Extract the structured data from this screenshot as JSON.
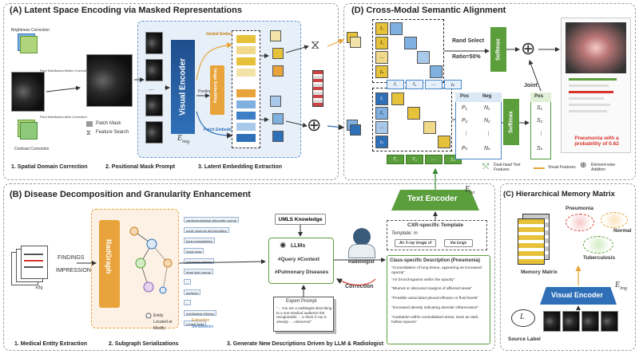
{
  "panel_a": {
    "title": "(A) Latent Space Encoding via Masked Representations",
    "brightness": "Brightness Correction",
    "pixel_dist_before": "Pixel Distribution Before Correction",
    "pixel_dist_after": "Pixel Distribution After Correction",
    "contrast": "Contrast Correction",
    "patch_mask": "Patch Mask",
    "feature_search": "Feature Search",
    "visual_encoder": "Visual Encoder",
    "e_img": "E",
    "e_img_sub": "img",
    "global_embedding": "Global Embedding",
    "pooling": "Pooling",
    "image_embedding": "Image Embedding",
    "patch_embedding": "Patch Embedding",
    "step1": "1. Spatial Domain Correction",
    "step2": "2. Positional Mask Prompt",
    "step3": "3. Latent Embedding Extraction",
    "dots": "..."
  },
  "panel_d": {
    "title": "(D) Cross-Modal Semantic Alignment",
    "rand_select": "Rand Select",
    "ratio": "Ratio=50%",
    "softmax": "Softmax",
    "joint": "Joint",
    "pos": "Pos",
    "neg": "Neg",
    "pos_rows": [
      "P₁",
      "P₂",
      "⋮",
      "Pₖ"
    ],
    "neg_rows": [
      "N₁",
      "N₂",
      "⋮",
      "Nₖ"
    ],
    "s_rows": [
      "S₁",
      "S₂",
      "⋮",
      "Sₖ"
    ],
    "i_cells": [
      "I₁",
      "I₂",
      "…",
      "Iₙ"
    ],
    "t_cells": [
      "T₁",
      "T₂",
      "…",
      "Tₙ"
    ],
    "prob_text": "Pneumonia with a probability of 0.62",
    "legend_dual": "Dual-head Text Features",
    "legend_visual": "Visual Features",
    "legend_add": "Element-wise Addition"
  },
  "panel_b": {
    "title": "(B) Disease Decomposition and Granularity Enhancement",
    "findings": "FINDINGS",
    "impression": "IMPRESSION",
    "xn": "×N",
    "radgraph": "RadGraph",
    "tags": [
      "cardiomediastinal silhouette normal",
      "acute osseous abnormalities",
      "focal consolidation",
      "lungs clear",
      "pulmonary edema",
      "heart size normal",
      "...",
      "surfaces",
      "...",
      "mediastinal effusion",
      "normal limits"
    ],
    "entity": "Entity",
    "located_at": "Located at",
    "modify": "Modify",
    "extraction": "Extraction",
    "serialization": "Serialization",
    "umls": "UMLS Knowledge",
    "llms": "LLMs",
    "query_context": "#Query #Context",
    "pulmonary": "#Pulmonary Diseases",
    "radiologist": "Radiologist",
    "correction": "Correction",
    "expert_prompt": "Expert Prompt",
    "expert_text": "\"... You are a radiologist describing to a non-medical audience the recognizable ... a chest X-ray is already ... »abnormal\"",
    "text_encoder": "Text Encoder",
    "e_txt": "E",
    "e_txt_sub": "txt",
    "cxr_template": "CXR-specific Template",
    "template_label": "Template: m",
    "template_a": "An X-ray image of",
    "template_b": "the lungs",
    "class_desc": "Class-specific Description (Pneumonia)",
    "bullets": [
      "\"Consolidation of lung tissue, appearing as increased opacity\"",
      "\"Air bronchograms within the opacity\"",
      "\"Blurred or obscured margins of affected areas\"",
      "\"Possible associated pleural effusion or fluid levels\"",
      "\"Increased density indicating alveolar inflammation\"",
      "\"Cavitation within consolidated areas, seen as dark, hollow spaces\""
    ],
    "step1": "1. Medical Entity Extraction",
    "step2": "2. Subgraph Serializations",
    "step3": "3. Generate New Descriptions Driven by LLM & Radiologist"
  },
  "panel_c": {
    "title": "(C) Hierarchical Memory Matrix",
    "pneumonia": "Pneumonia",
    "normal": "Normal",
    "tuberculosis": "Tuberculosis",
    "memory_matrix": "Memory Matrix",
    "visual_encoder": "Visual Encoder",
    "e_img": "E",
    "e_img_sub": "img",
    "source_label": "Source Label",
    "l_label": "L"
  },
  "colors": {
    "blue": "#2f6fb8",
    "green": "#5b9e3c",
    "orange": "#e8a33a",
    "yellow": "#e6c23a",
    "red": "#d9342b"
  }
}
